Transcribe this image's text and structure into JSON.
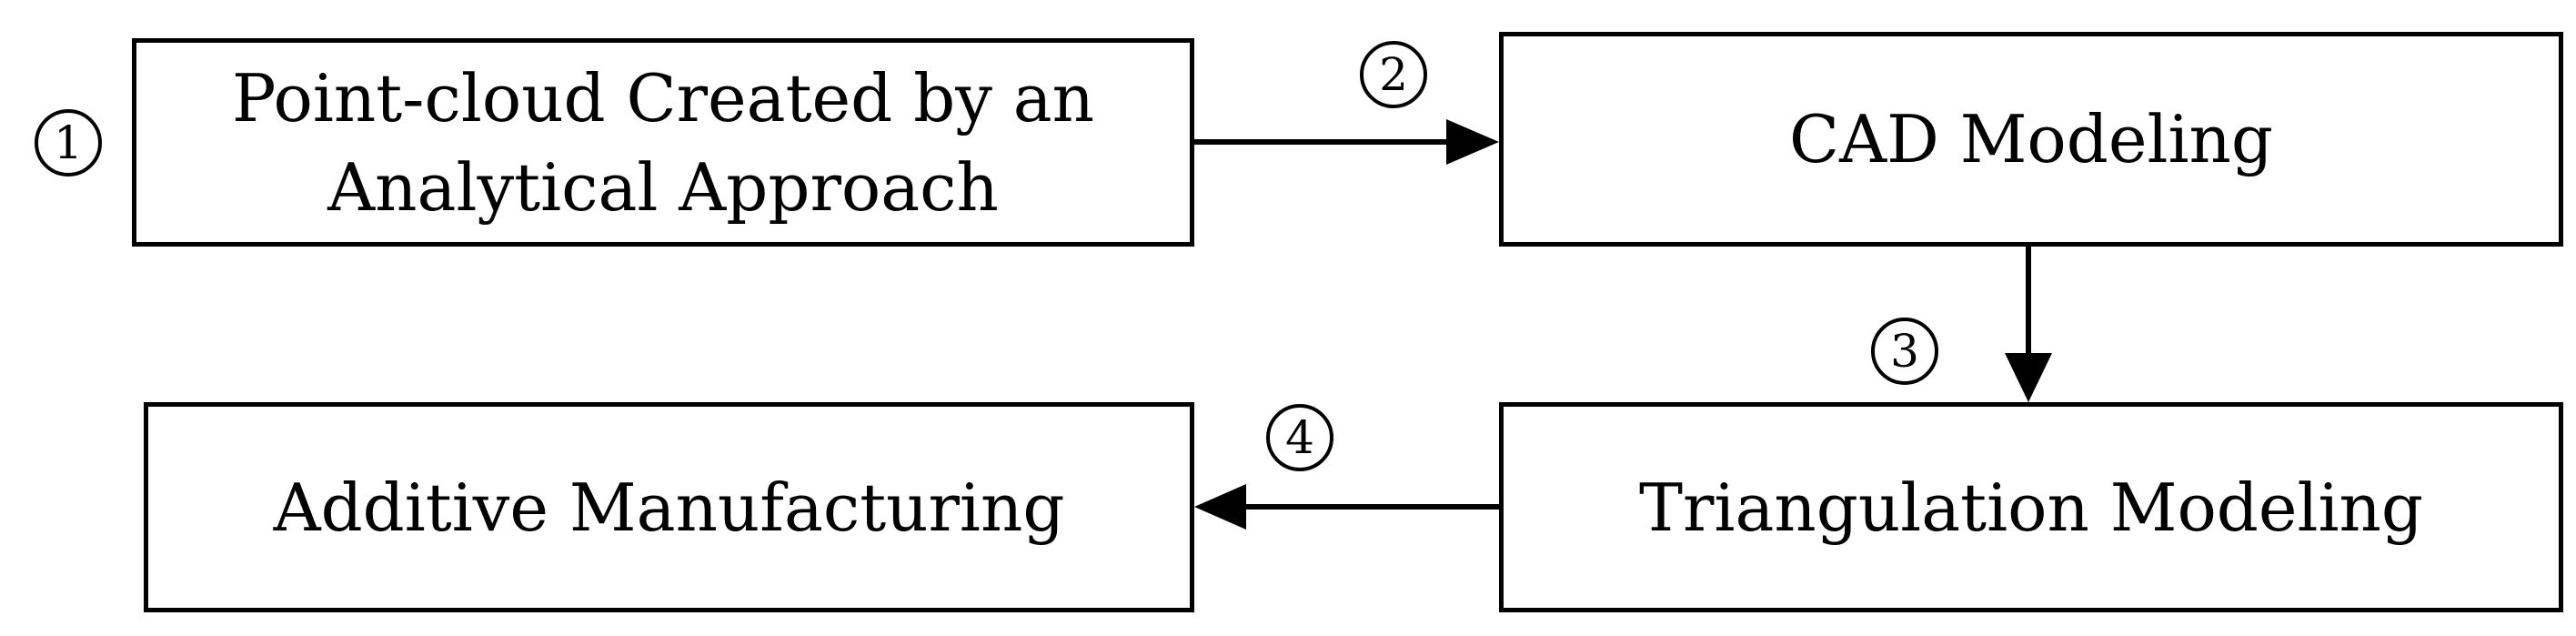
{
  "boxes": {
    "point_cloud": {
      "line1": "Point-cloud Created by an",
      "line2": "Analytical Approach"
    },
    "cad_modeling": {
      "label": "CAD Modeling"
    },
    "triangulation_modeling": {
      "label": "Triangulation Modeling"
    },
    "additive_manufacturing": {
      "label": "Additive Manufacturing"
    }
  },
  "steps": {
    "one": "1",
    "two": "2",
    "three": "3",
    "four": "4"
  },
  "colors": {
    "stroke": "#000000",
    "background": "#ffffff"
  }
}
